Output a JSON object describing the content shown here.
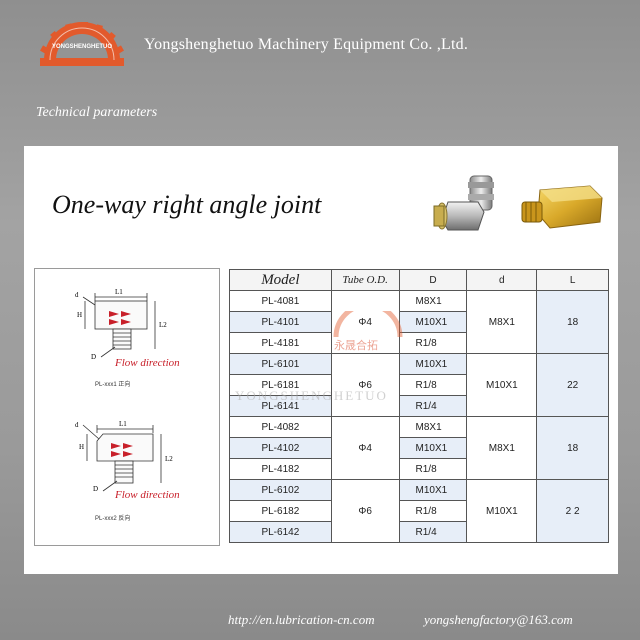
{
  "header": {
    "logo_text": "YONGSHENGHETUO",
    "company": "Yongshenghetuo Machinery Equipment Co. ,Ltd."
  },
  "section_label": "Technical parameters",
  "title": "One-way right angle joint",
  "diagrams": [
    {
      "labels": {
        "d": "d",
        "L1": "L1",
        "H": "H",
        "L2": "L2",
        "D": "D"
      },
      "flow": "Flow direction",
      "caption": "PL-xxx1  正向"
    },
    {
      "labels": {
        "d": "d",
        "L1": "L1",
        "H": "H",
        "L2": "L2",
        "D": "D"
      },
      "flow": "Flow direction",
      "caption": "PL-xxx2  反向"
    }
  ],
  "table": {
    "headers": [
      "Model",
      "Tube O.D.",
      "D",
      "d",
      "L"
    ],
    "rows": [
      {
        "model": "PL-4081",
        "tube": "Φ4",
        "D": "M8X1",
        "d": "M8X1",
        "L": "18"
      },
      {
        "model": "PL-4101",
        "D": "M10X1"
      },
      {
        "model": "PL-4181",
        "D": "R1/8"
      },
      {
        "model": "PL-6101",
        "tube": "Φ6",
        "D": "M10X1",
        "d": "M10X1",
        "L": "22"
      },
      {
        "model": "PL-6181",
        "D": "R1/8"
      },
      {
        "model": "PL-6141",
        "D": "R1/4"
      },
      {
        "model": "PL-4082",
        "tube": "Φ4",
        "D": "M8X1",
        "d": "M8X1",
        "L": "18"
      },
      {
        "model": "PL-4102",
        "D": "M10X1"
      },
      {
        "model": "PL-4182",
        "D": "R1/8"
      },
      {
        "model": "PL-6102",
        "tube": "Φ6",
        "D": "M10X1",
        "d": "M10X1",
        "L": "2 2"
      },
      {
        "model": "PL-6182",
        "D": "R1/8"
      },
      {
        "model": "PL-6142",
        "D": "R1/4"
      }
    ]
  },
  "watermark": {
    "cn": "永晟合拓",
    "en": "YONGSHENGHETUO"
  },
  "footer": {
    "url": "http://en.lubrication-cn.com",
    "email": "yongshengfactory@163.com"
  },
  "colors": {
    "brand_red": "#e25a2c",
    "flow_red": "#c8202a",
    "page_gray": "#9e9e9e"
  }
}
